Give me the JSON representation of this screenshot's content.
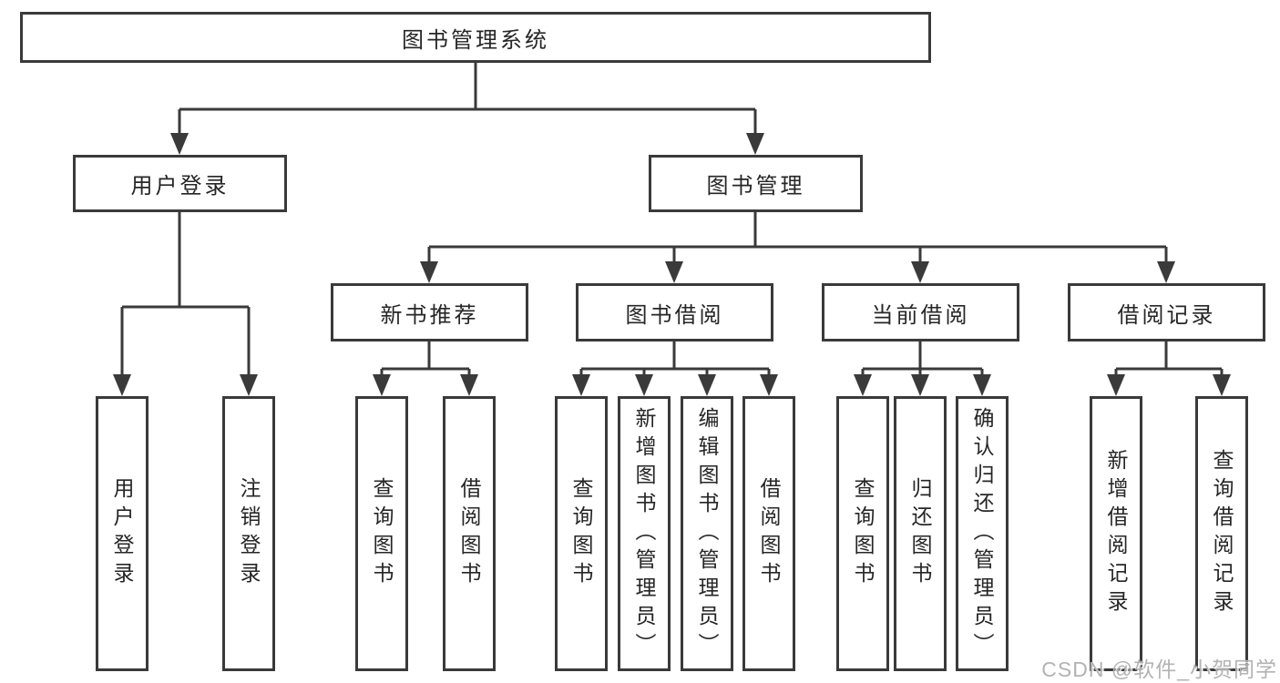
{
  "diagram": {
    "title": "图书管理系统",
    "branches": [
      {
        "label": "用户登录",
        "children": [
          {
            "label": "用户登录"
          },
          {
            "label": "注销登录"
          }
        ]
      },
      {
        "label": "图书管理",
        "children": [
          {
            "label": "新书推荐",
            "children": [
              {
                "label": "查询图书"
              },
              {
                "label": "借阅图书"
              }
            ]
          },
          {
            "label": "图书借阅",
            "children": [
              {
                "label": "查询图书"
              },
              {
                "label": "新增图书（管理员）"
              },
              {
                "label": "编辑图书（管理员）"
              },
              {
                "label": "借阅图书"
              }
            ]
          },
          {
            "label": "当前借阅",
            "children": [
              {
                "label": "查询图书"
              },
              {
                "label": "归还图书"
              },
              {
                "label": "确认归还（管理员）"
              }
            ]
          },
          {
            "label": "借阅记录",
            "children": [
              {
                "label": "新增借阅记录"
              },
              {
                "label": "查询借阅记录"
              }
            ]
          }
        ]
      }
    ]
  },
  "watermark": {
    "text": "CSDN @软件_小贺同学",
    "color": "#b3b3b3"
  },
  "colors": {
    "line": "#3a3a3a",
    "box_border": "#3a3a3a",
    "text": "#262626",
    "background": "#ffffff"
  }
}
